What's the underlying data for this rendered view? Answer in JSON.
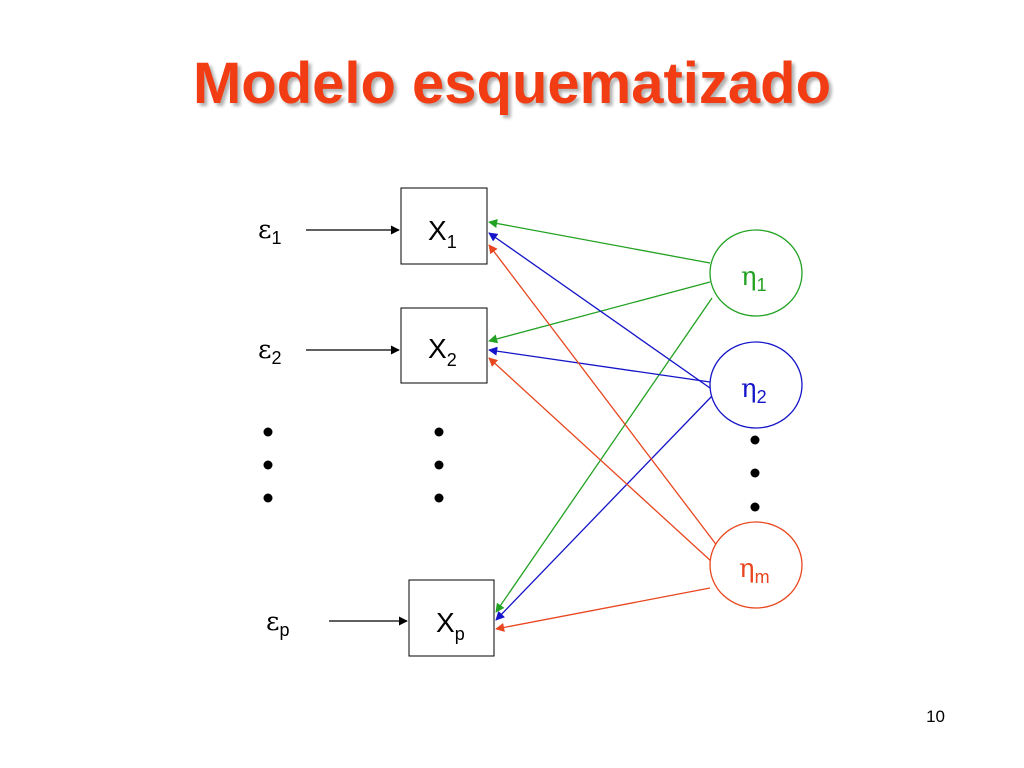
{
  "title": "Modelo esquematizado",
  "page_number": "10",
  "observed": [
    {
      "name": "X",
      "sub": "1"
    },
    {
      "name": "X",
      "sub": "2"
    },
    {
      "name": "X",
      "sub": "p"
    }
  ],
  "errors": [
    {
      "symbol": "ε",
      "sub": "1"
    },
    {
      "symbol": "ε",
      "sub": "2"
    },
    {
      "symbol": "ε",
      "sub": "p"
    }
  ],
  "latent": [
    {
      "symbol": "η",
      "sub": "1",
      "color": "#22a122"
    },
    {
      "symbol": "η",
      "sub": "2",
      "color": "#1414c8"
    },
    {
      "symbol": "η",
      "sub": "m",
      "color": "#e8461e"
    }
  ],
  "colors": {
    "title": "#f23c14",
    "eta1": "#22a122",
    "eta2": "#1414c8",
    "etam": "#e8461e",
    "boxes": "#000000"
  },
  "ellipsis_dots": "vertical three-dot ellipsis"
}
